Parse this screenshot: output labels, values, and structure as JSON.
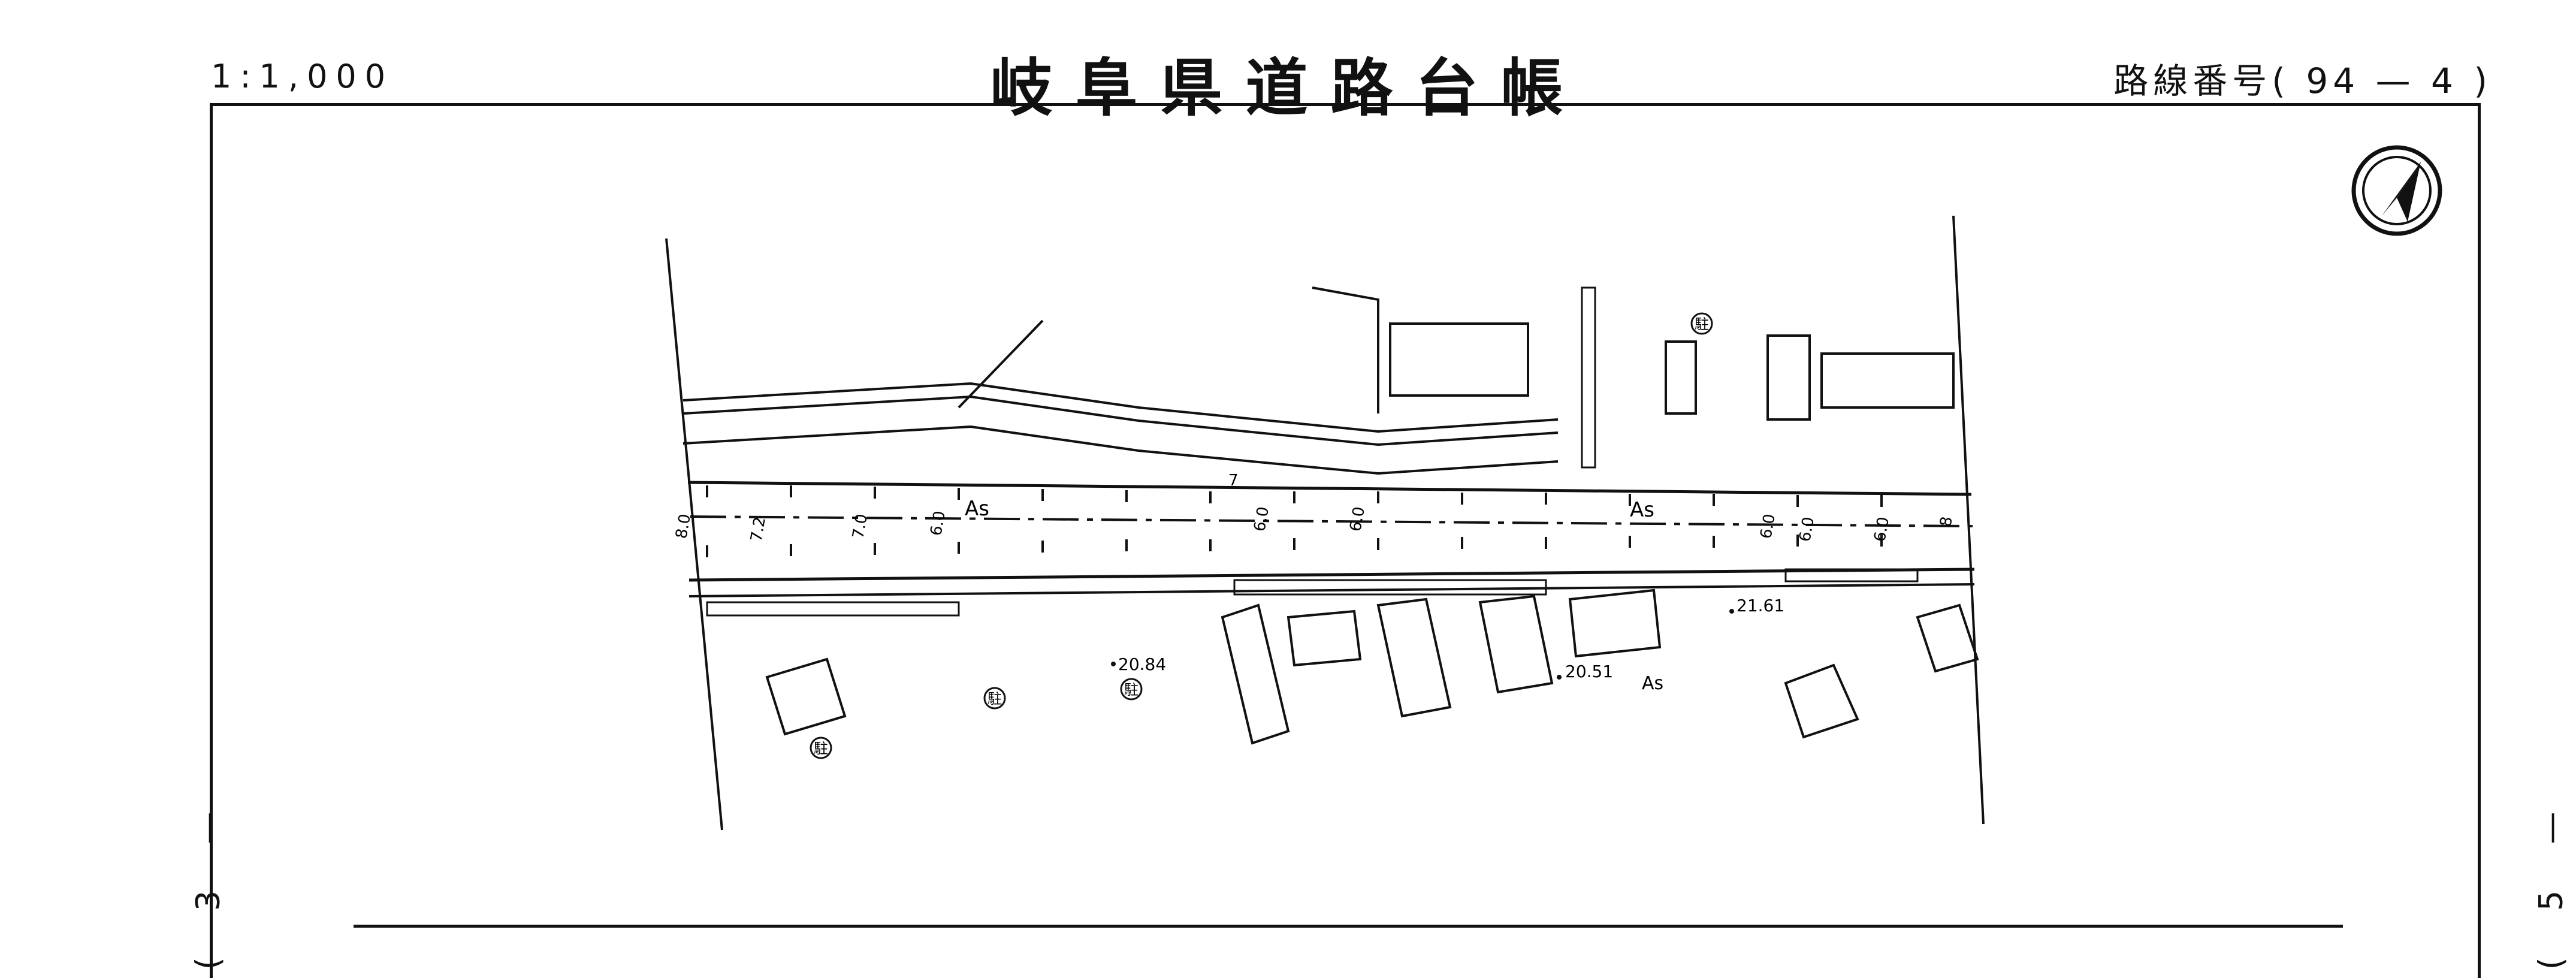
{
  "header": {
    "scale": "1:1,000",
    "title": "岐阜県道路台帳",
    "route_number": "路線番号( 94 — 4 )"
  },
  "side_labels": {
    "left": "( 3 —",
    "right": "( 5 —"
  },
  "map": {
    "north_arrow_icon": "north-arrow-icon",
    "pavement_labels": [
      "As",
      "As",
      "As"
    ],
    "width_labels": [
      "8.0",
      "7.2",
      "7.0",
      "6.0",
      "6.0",
      "6.0",
      "7",
      "6.0",
      "6.0",
      "6.0",
      "8"
    ],
    "elevations": [
      "20.84",
      "20.51",
      "21.61"
    ],
    "parking_symbol": "駐"
  }
}
